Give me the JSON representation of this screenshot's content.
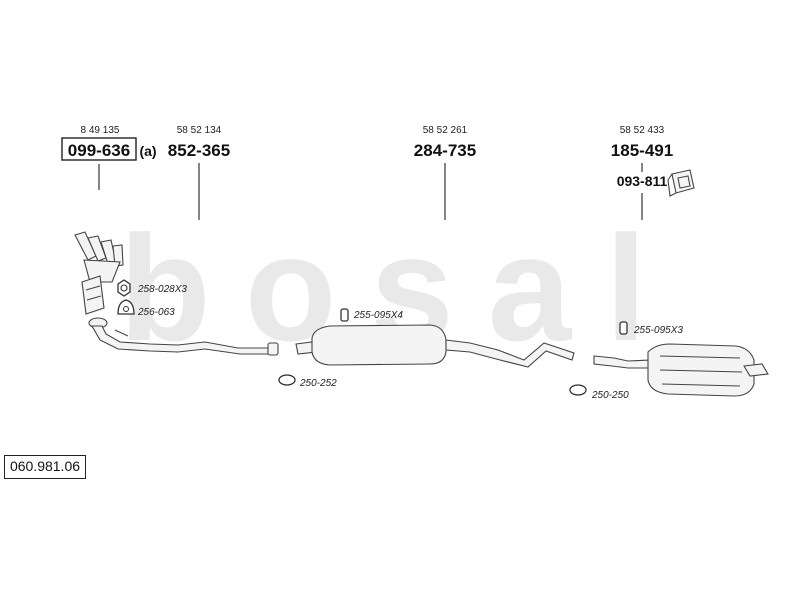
{
  "watermark": "bosal",
  "diagram_code": "060.981.06",
  "callouts": [
    {
      "oe_ref": "8 49 135",
      "part_no": "099-636",
      "suffix": "(a)"
    },
    {
      "oe_ref": "58 52 134",
      "part_no": "852-365"
    },
    {
      "oe_ref": "58 52 261",
      "part_no": "284-735"
    },
    {
      "oe_ref": "58 52 433",
      "part_no": "185-491"
    },
    {
      "part_no": "093-811"
    }
  ],
  "accessories": [
    {
      "label": "258-028X3",
      "icon": "nut-icon"
    },
    {
      "label": "256-063",
      "icon": "gasket-icon"
    },
    {
      "label": "255-095X4",
      "icon": "rubber-mount-icon"
    },
    {
      "label": "250-252",
      "icon": "clamp-icon"
    },
    {
      "label": "255-095X3",
      "icon": "rubber-mount-icon"
    },
    {
      "label": "250-250",
      "icon": "clamp-icon"
    }
  ]
}
